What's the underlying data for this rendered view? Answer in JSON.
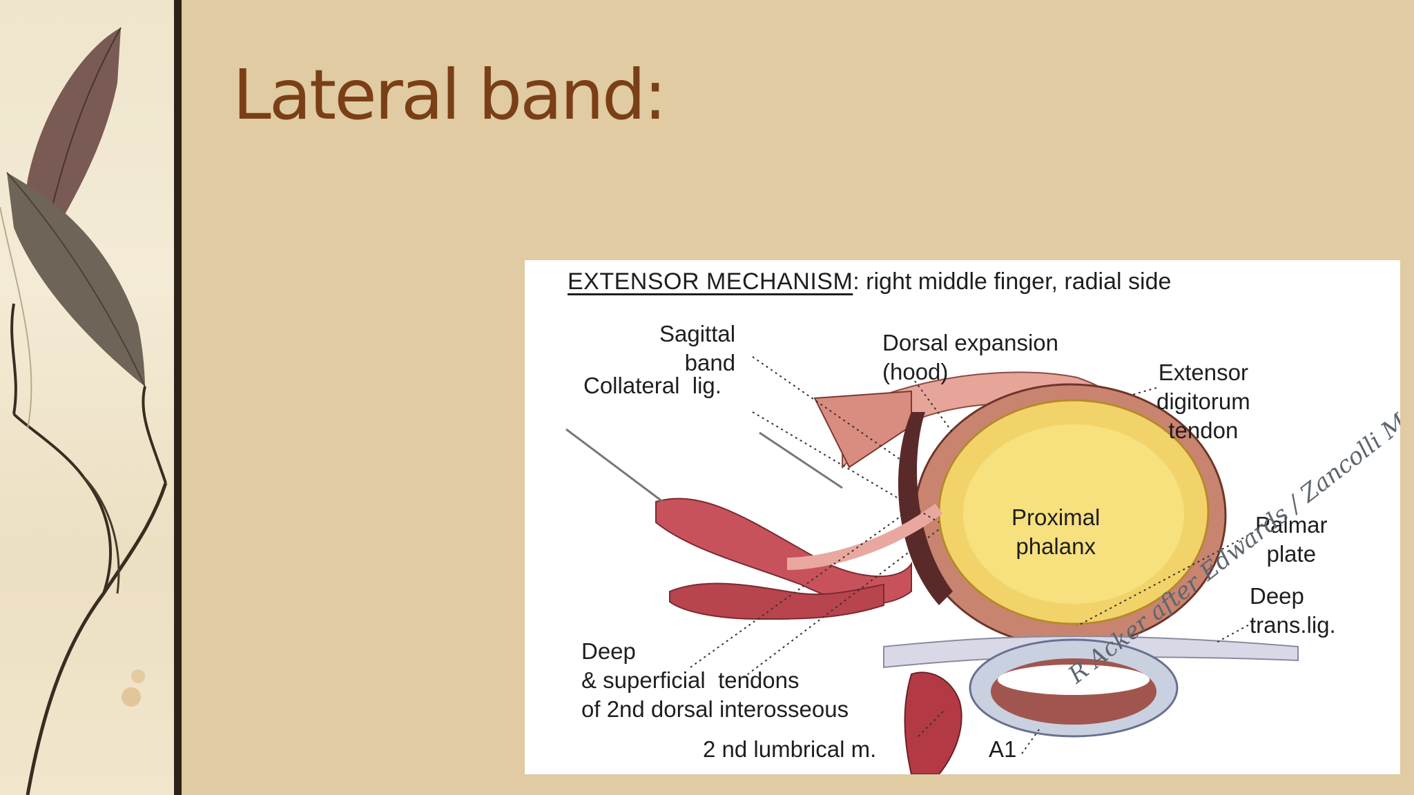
{
  "slide": {
    "title": "Lateral band:"
  },
  "figure": {
    "heading_title": "EXTENSOR MECHANISM",
    "heading_rest": ": right middle finger, radial side",
    "labels": {
      "sagittal_band": "Sagittal\nband",
      "collateral_lig": "Collateral  lig.",
      "dorsal_expansion": "Dorsal expansion\n(hood)",
      "extensor_digitorum": "Extensor\ndigitorum\ntendon",
      "proximal_phalanx": "Proximal\nphalanx",
      "palmar_plate": "Palmar\nplate",
      "deep_trans_lig": "Deep\ntrans.lig.",
      "deep_superficial": "Deep\n& superficial  tendons\nof 2nd dorsal interosseous",
      "lumbrical": "2 nd lumbrical m.",
      "a1": "A1"
    },
    "signature": "R Acker after Edwards / Zancolli MD"
  },
  "colors": {
    "background": "#e0cba2",
    "title": "#7a3f17",
    "divider": "#2e2118"
  }
}
